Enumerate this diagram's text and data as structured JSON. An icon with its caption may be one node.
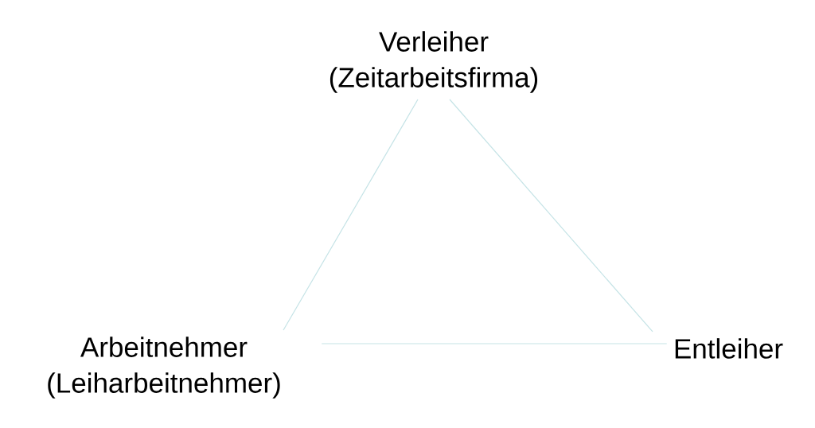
{
  "diagram": {
    "nodes": [
      {
        "text": [
          "Verleiher (Zeitarbeitsfirma)"
        ]
      },
      {
        "text": [
          "Arbeitnehmer (Leiharbeitnehmer)"
        ]
      },
      {
        "text": [
          "Entleiher"
        ]
      }
    ],
    "edges": [
      {
        "from": 0,
        "to": 1,
        "arrow": "none"
      },
      {
        "from": 0,
        "to": 2,
        "arrow": "none"
      },
      {
        "from": 1,
        "to": 2,
        "arrow": "none"
      }
    ]
  }
}
